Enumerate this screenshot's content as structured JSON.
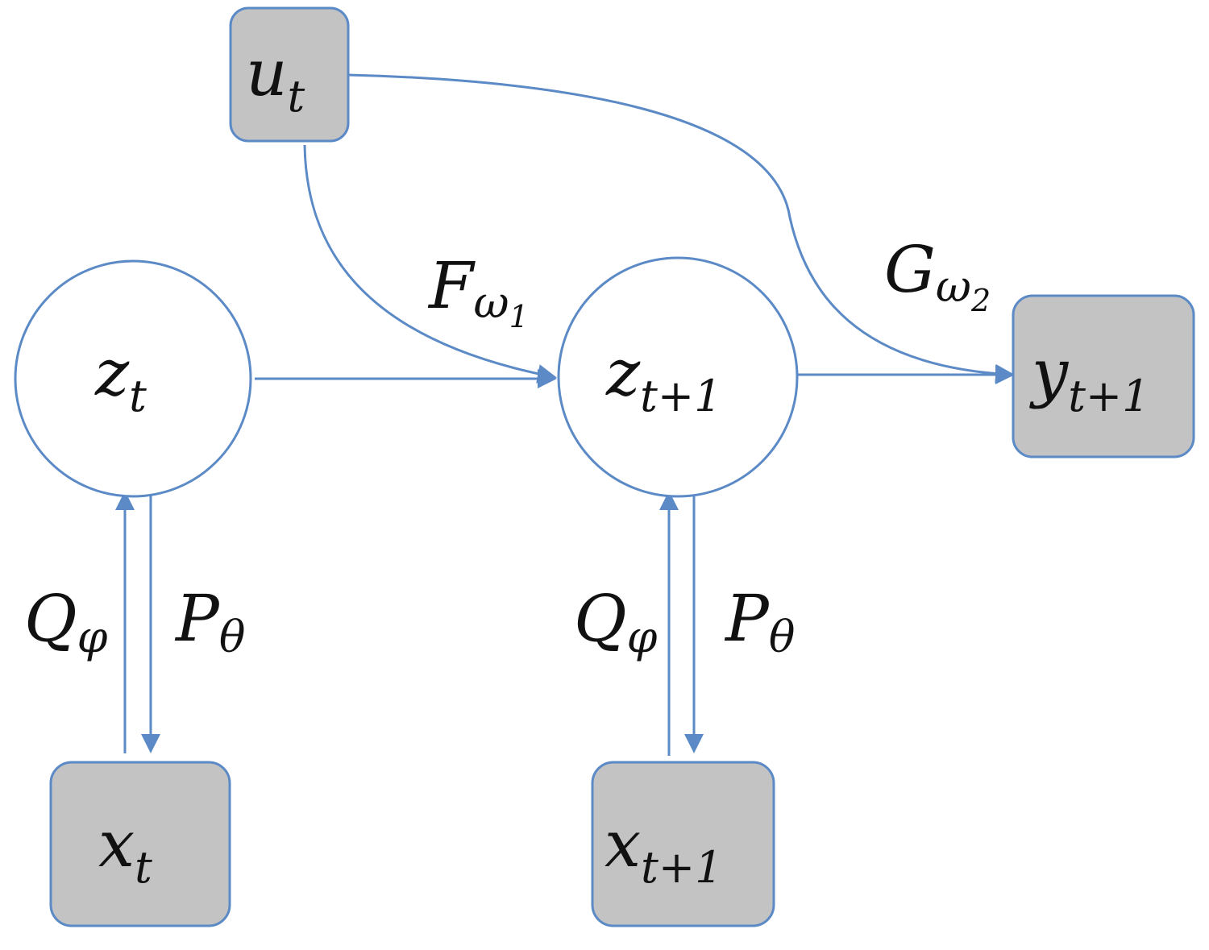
{
  "nodes": {
    "u": {
      "base": "u",
      "sub": "t"
    },
    "zt": {
      "base": "z",
      "sub": "t"
    },
    "zt1": {
      "base": "z",
      "sub": "t+1"
    },
    "yt1": {
      "base": "y",
      "sub": "t+1"
    },
    "xt": {
      "base": "x",
      "sub": "t"
    },
    "xt1": {
      "base": "x",
      "sub": "t+1"
    }
  },
  "edge_labels": {
    "F": {
      "base": "F",
      "sub": "ω",
      "subsub": "1"
    },
    "G": {
      "base": "G",
      "sub": "ω",
      "subsub": "2"
    },
    "Q_left": {
      "base": "Q",
      "sub": "φ"
    },
    "P_left": {
      "base": "P",
      "sub": "θ"
    },
    "Q_right": {
      "base": "Q",
      "sub": "φ"
    },
    "P_right": {
      "base": "P",
      "sub": "θ"
    }
  },
  "colors": {
    "edge": "#5b8ac6",
    "observed_fill": "#c3c3c3",
    "latent_fill": "#ffffff"
  }
}
